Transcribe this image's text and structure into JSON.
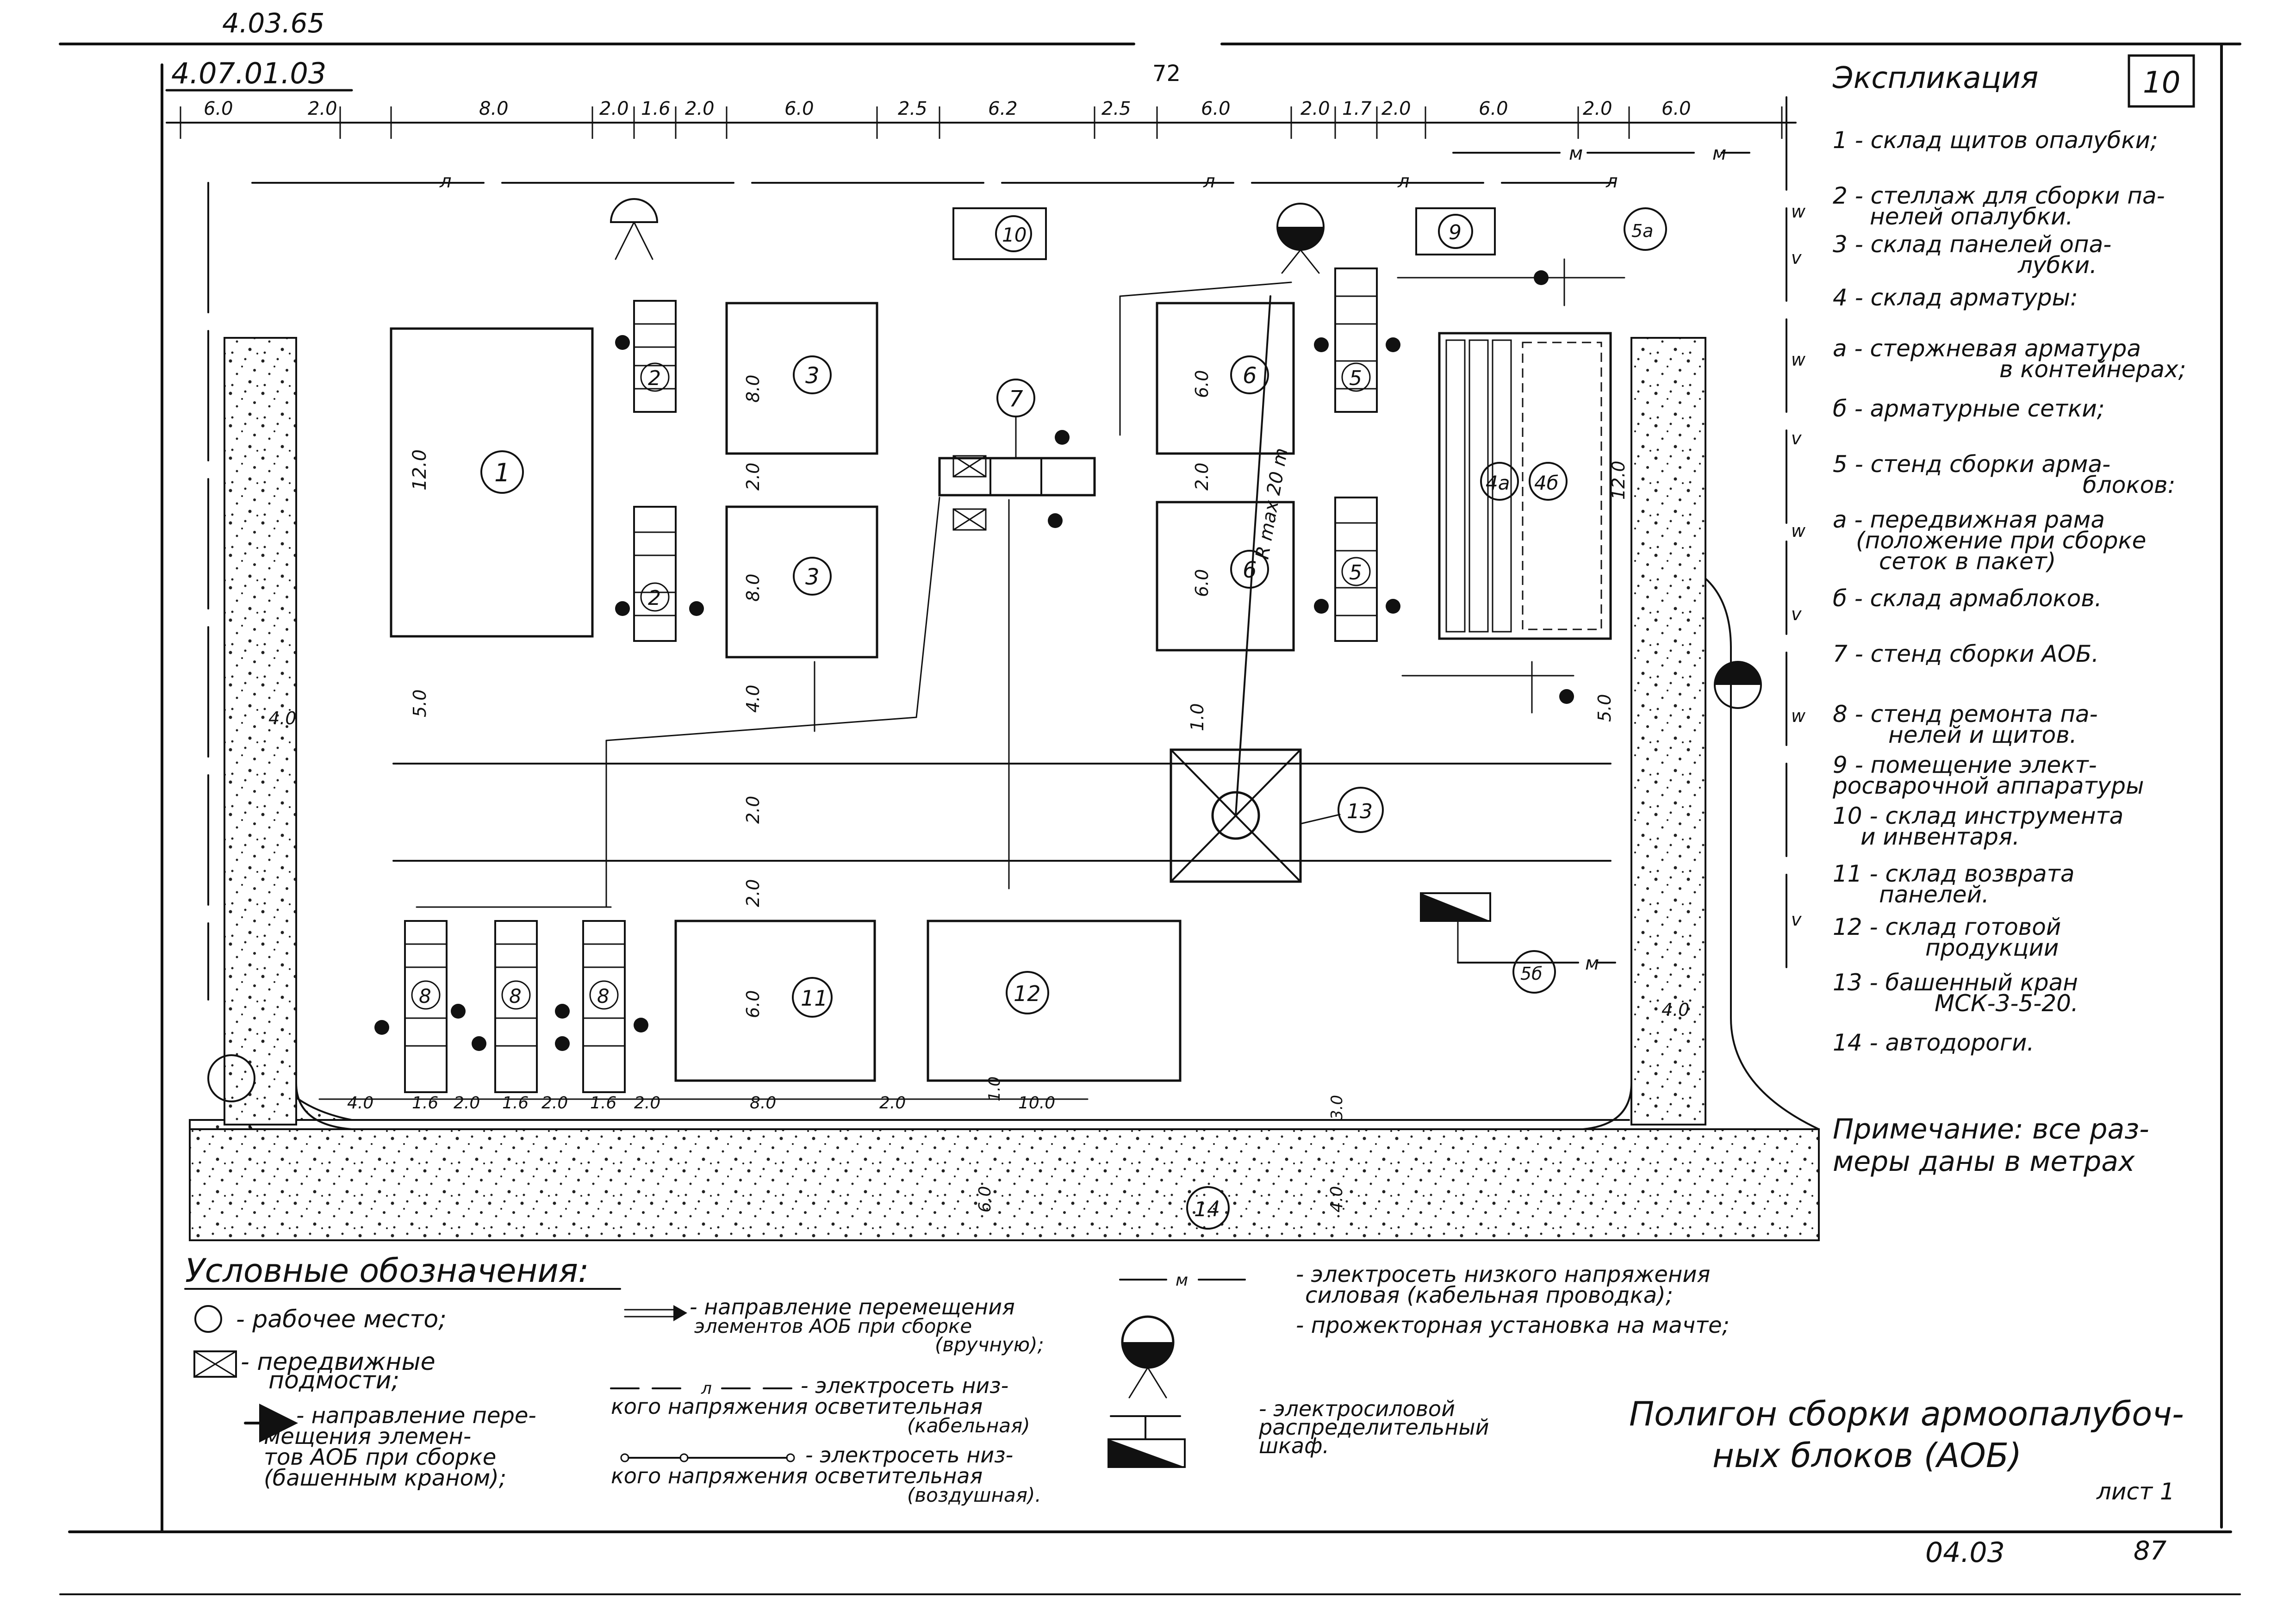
{
  "sheet": {
    "doc_code_old": "4.03.65",
    "doc_code": "4.07.01.03",
    "page_number": "72",
    "sheet_box_number": "10",
    "bottom_code": "04.03",
    "bottom_page": "87",
    "sheet_label": "лист 1"
  },
  "title": {
    "line1": "Полигон сборки армоопалубоч-",
    "line2": "ных блоков (АОБ)"
  },
  "explication": {
    "heading": "Экспликация",
    "items": [
      "1 - склад щитов опалубки;",
      "2 - стеллаж для сборки па-",
      "нелей опалубки.",
      "3 - склад панелей опа-",
      "лубки.",
      "4 - склад арматуры:",
      "а - стержневая арматура",
      "в контейнерах;",
      "б - арматурные сетки;",
      "5 - стенд сборки арма-",
      "блоков:",
      "а - передвижная рама",
      "(положение при сборке",
      "сеток в пакет)",
      "б - склад армаблоков.",
      "7 - стенд сборки АОБ.",
      "8 - стенд ремонта па-",
      "нелей и щитов.",
      "9 - помещение элект-",
      "росварочной аппаратуры",
      "10 - склад инструмента",
      "и инвентаря.",
      "11 - склад возврата",
      "панелей.",
      "12 - склад готовой",
      "продукции",
      "13 - башенный кран",
      "МСК-3-5-20.",
      "14 - автодороги."
    ],
    "note_line1": "Примечание: все раз-",
    "note_line2": "меры даны в метрах"
  },
  "legend": {
    "heading": "Условные обозначения:",
    "workplace": "- рабочее место;",
    "scaffold_1": "- передвижные",
    "scaffold_2": "подмости;",
    "crane_move_1": "- направление пере-",
    "crane_move_2": "мещения элемен-",
    "crane_move_3": "тов АОБ при сборке",
    "crane_move_4": "(башенным краном);",
    "manual_move_1": "- направление перемещения",
    "manual_move_2": "элементов АОБ при сборке",
    "manual_move_3": "(вручную);",
    "light_cable_1": "- электросеть низ-",
    "light_cable_2": "кого напряжения осветительная",
    "light_cable_3": "(кабельная)",
    "light_air_1": "- электросеть низ-",
    "light_air_2": "кого напряжения осветительная",
    "light_air_3": "(воздушная).",
    "power_net_1": "- электросеть низкого напряжения",
    "power_net_2": "силовая (кабельная проводка);",
    "projector": "- прожекторная установка на мачте;",
    "cabinet_1": "- электросиловой",
    "cabinet_2": "распределительный",
    "cabinet_3": "шкаф."
  },
  "dimensions": {
    "top_chain": [
      "6.0",
      "2.0",
      "8.0",
      "2.0",
      "1.6",
      "2.0",
      "6.0",
      "2.5",
      "6.2",
      "2.5",
      "6.0",
      "2.0",
      "1.7",
      "2.0",
      "6.0",
      "2.0",
      "6.0"
    ],
    "bottom_chain": [
      "4.0",
      "1.6",
      "2.0",
      "1.6",
      "2.0",
      "1.6",
      "2.0",
      "8.0",
      "2.0",
      "10.0"
    ],
    "inner": [
      "12.0",
      "8.0",
      "2.0",
      "8.0",
      "4.0",
      "4.0",
      "2.0",
      "6.0",
      "6.0",
      "2.0",
      "6.0",
      "4.0",
      "12.0",
      "5.0",
      "5.0",
      "4.0",
      "4.0",
      "1.0",
      "3.0",
      "6.0",
      "4.0",
      "R max 20 m"
    ]
  },
  "labels": {
    "b1": "1",
    "b2a": "2",
    "b2b": "2",
    "b3a": "3",
    "b3b": "3",
    "b4a": "4а",
    "b4b": "4б",
    "b5a": "5",
    "b5b": "5",
    "b5a_tag": "5а",
    "b5b_tag": "5б",
    "b6a": "6",
    "b6b": "6",
    "b7": "7",
    "b8a": "8",
    "b8b": "8",
    "b8c": "8",
    "b9": "9",
    "b10": "10",
    "b11": "11",
    "b12": "12",
    "b13": "13",
    "b14": "14",
    "line_L": "л",
    "line_M": "м",
    "line_W": "w",
    "line_V": "v"
  }
}
